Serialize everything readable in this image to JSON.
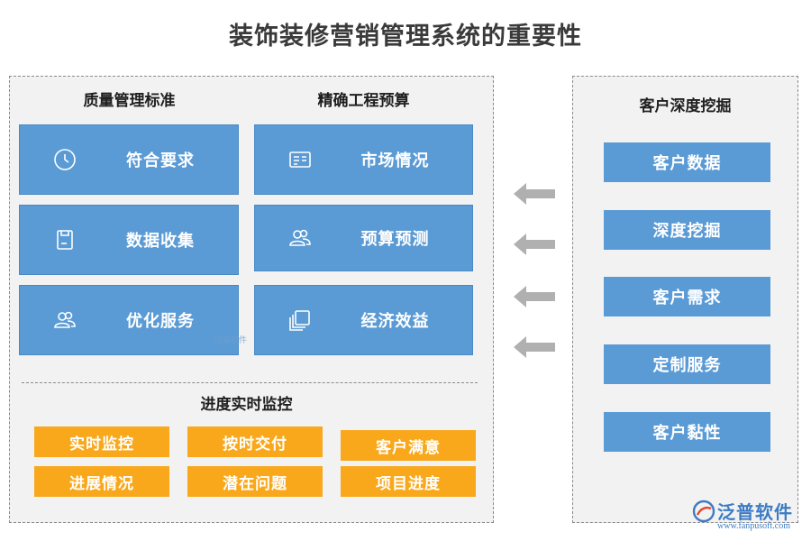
{
  "title": "装饰装修营销管理系统的重要性",
  "left": {
    "quality": {
      "heading": "质量管理标准",
      "items": [
        {
          "label": "符合要求",
          "icon": "clock-icon"
        },
        {
          "label": "数据收集",
          "icon": "document-icon"
        },
        {
          "label": "优化服务",
          "icon": "users-icon"
        }
      ]
    },
    "budget": {
      "heading": "精确工程预算",
      "items": [
        {
          "label": "市场情况",
          "icon": "id-card-icon"
        },
        {
          "label": "预算预测",
          "icon": "users-icon"
        },
        {
          "label": "经济效益",
          "icon": "stack-icon"
        }
      ]
    },
    "progress": {
      "heading": "进度实时监控",
      "items": [
        "实时监控",
        "按时交付",
        "客户满意",
        "进展情况",
        "潜在问题",
        "项目进度"
      ]
    },
    "watermark": "泛普软件"
  },
  "right": {
    "heading": "客户深度挖掘",
    "items": [
      "客户数据",
      "深度挖掘",
      "客户需求",
      "定制服务",
      "客户黏性"
    ]
  },
  "logo": {
    "brand": "泛普软件",
    "url": "www.fanpusoft.com"
  },
  "colors": {
    "blue": "#5b9bd5",
    "orange": "#f9a81c",
    "panel": "#f2f2f2",
    "arrow": "#b0b0b0"
  }
}
